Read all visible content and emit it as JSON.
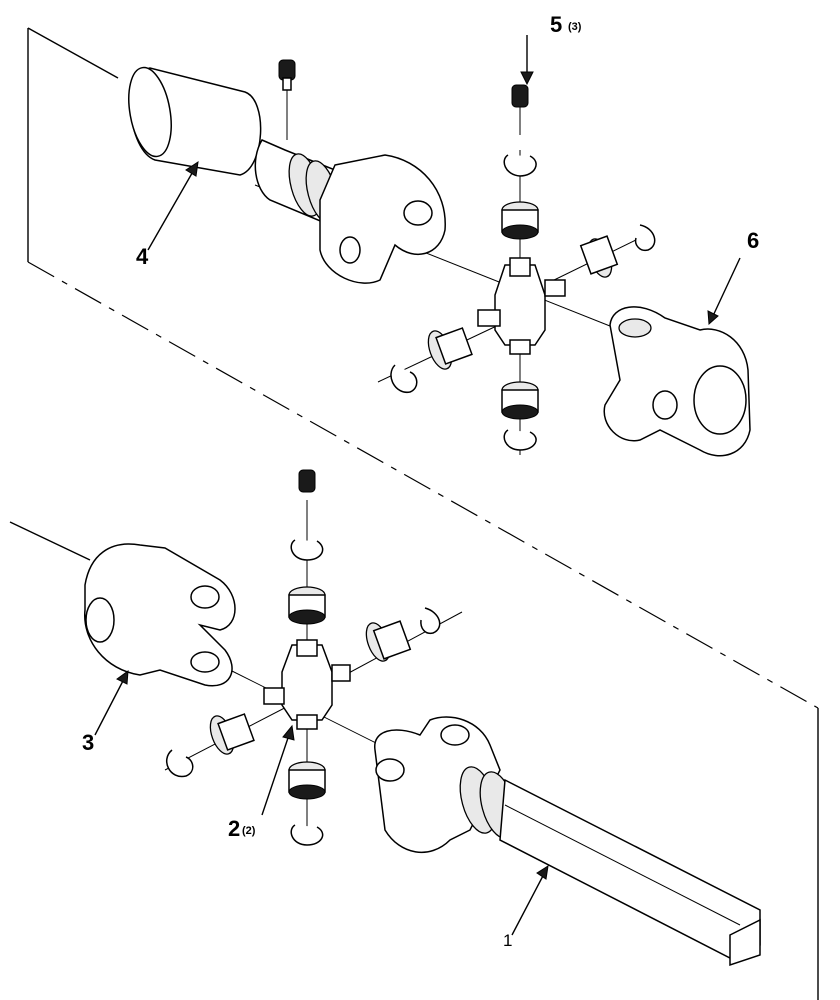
{
  "callouts": [
    {
      "id": "1",
      "label": "1",
      "qty": ""
    },
    {
      "id": "2",
      "label": "2",
      "qty": "(2)"
    },
    {
      "id": "3",
      "label": "3",
      "qty": ""
    },
    {
      "id": "4",
      "label": "4",
      "qty": ""
    },
    {
      "id": "5",
      "label": "5",
      "qty": "(3)"
    },
    {
      "id": "6",
      "label": "6",
      "qty": ""
    }
  ]
}
